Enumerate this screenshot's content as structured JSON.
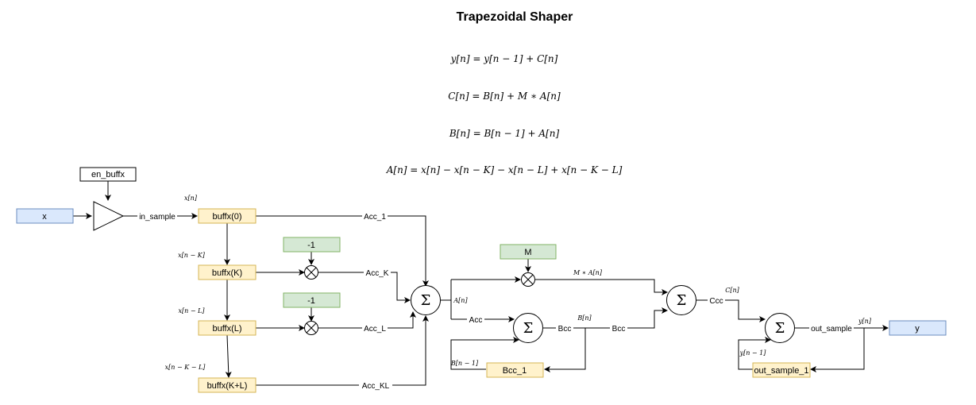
{
  "title": "Trapezoidal Shaper",
  "equations": [
    "y[n] = y[n − 1] + C[n]",
    "C[n] = B[n] + M ∗ A[n]",
    "B[n] = B[n − 1] + A[n]",
    "A[n] = x[n] − x[n − K] − x[n − L] + x[n − K − L]"
  ],
  "blocks": {
    "x": "x",
    "y": "y",
    "en_buffx": "en_buffx",
    "buffx0": "buffx(0)",
    "buffxK": "buffx(K)",
    "buffxL": "buffx(L)",
    "buffxKL": "buffx(K+L)",
    "const_neg1_top": "-1",
    "const_neg1_bottom": "-1",
    "const_M": "M",
    "bcc_1": "Bcc_1",
    "out_sample_1": "out_sample_1"
  },
  "sum_symbol": "Σ",
  "wire_labels": {
    "in_sample": "in_sample",
    "acc_1": "Acc_1",
    "acc_k": "Acc_K",
    "acc_l": "Acc_L",
    "acc_kl": "Acc_KL",
    "acc": "Acc",
    "bcc_out": "Bcc",
    "bcc_in": "Bcc",
    "ccc": "Ccc",
    "out_sample": "out_sample"
  },
  "math_labels": {
    "xn": "x[n]",
    "xnK": "x[n − K]",
    "xnL": "x[n − L]",
    "xnKL": "x[n − K − L]",
    "An": "A[n]",
    "MAn": "M ∗ A[n]",
    "Bn": "B[n]",
    "Bn1": "B[n − 1]",
    "Cn": "C[n]",
    "yn": "y[n]",
    "yn1": "y[n − 1]"
  },
  "colors": {
    "input_fill": "#dae8fc",
    "input_stroke": "#6c8ebf",
    "buffer_fill": "#fff2cc",
    "buffer_stroke": "#d6b656",
    "const_fill": "#d5e8d4",
    "const_stroke": "#82b366"
  }
}
